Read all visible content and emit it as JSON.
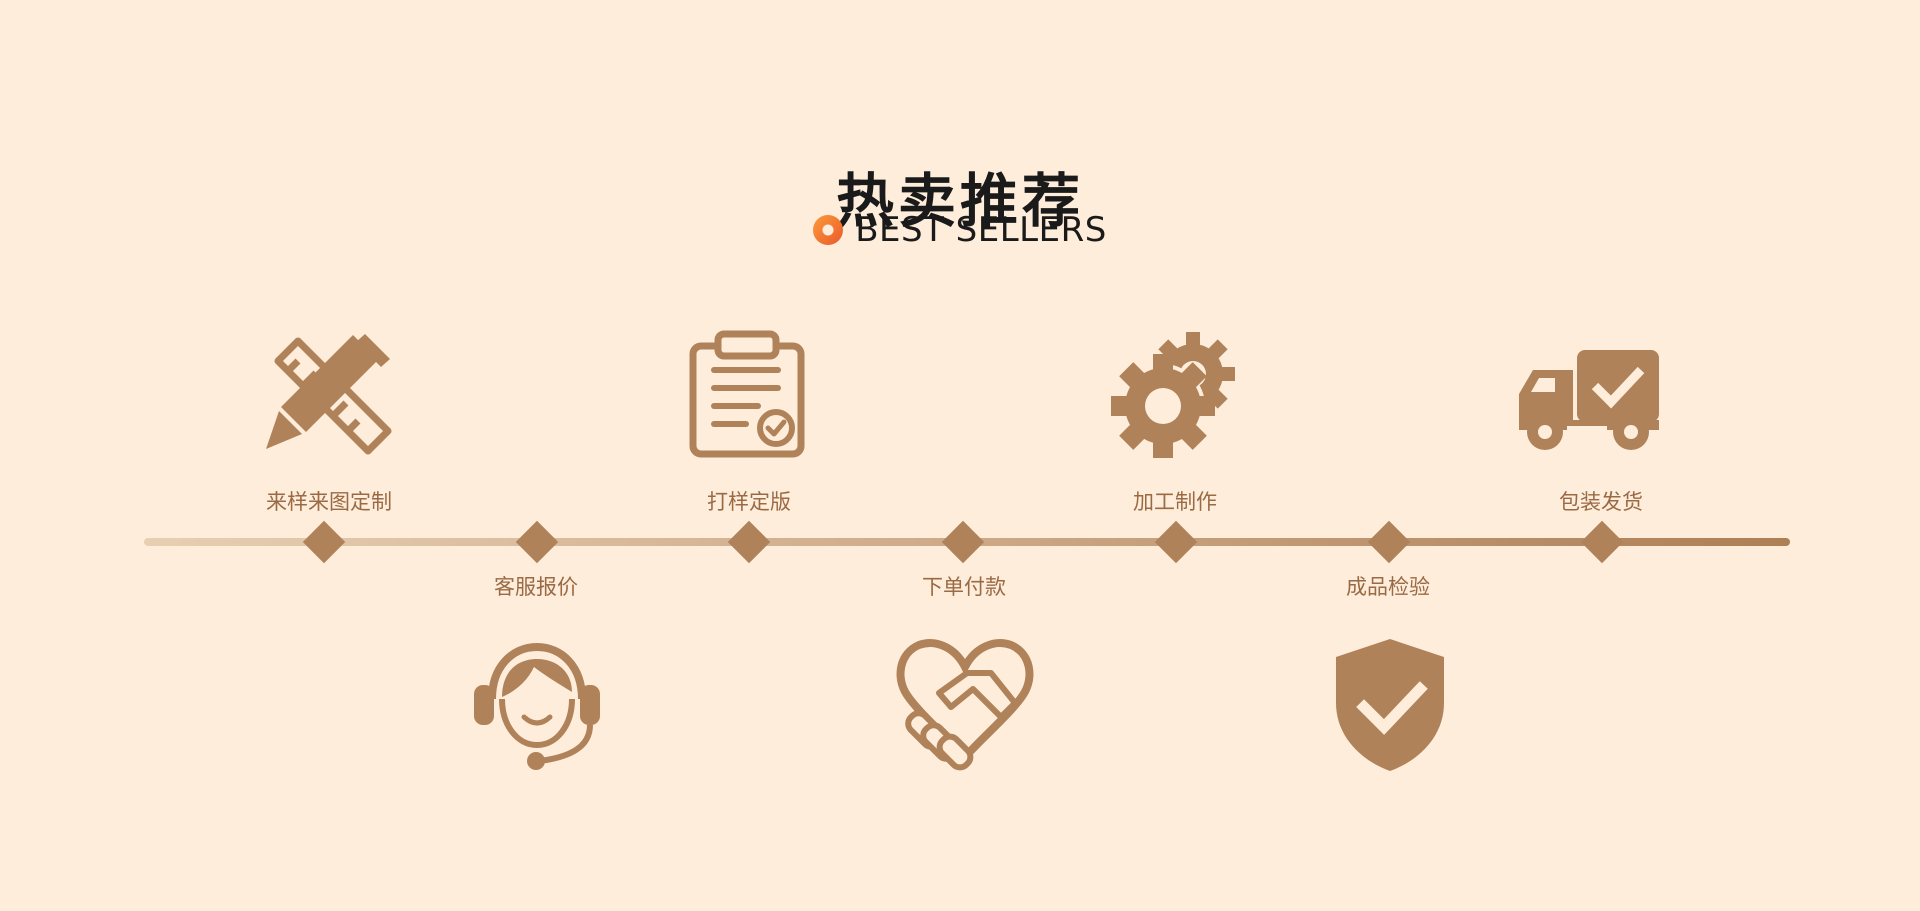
{
  "header": {
    "title": "热卖推荐",
    "subtitle": "BEST SELLERS"
  },
  "colors": {
    "background": "#feeddb",
    "accent_brown": "#b0825a",
    "label_brown": "#9a6a44",
    "dot_orange": "#f07b2e"
  },
  "steps": [
    {
      "label": "来样来图定制",
      "icon": "design-pencil-ruler-icon"
    },
    {
      "label": "客服报价",
      "icon": "customer-service-headset-icon"
    },
    {
      "label": "打样定版",
      "icon": "clipboard-check-icon"
    },
    {
      "label": "下单付款",
      "icon": "handshake-heart-icon"
    },
    {
      "label": "加工制作",
      "icon": "gears-icon"
    },
    {
      "label": "成品检验",
      "icon": "shield-check-icon"
    },
    {
      "label": "包装发货",
      "icon": "delivery-truck-icon"
    }
  ]
}
